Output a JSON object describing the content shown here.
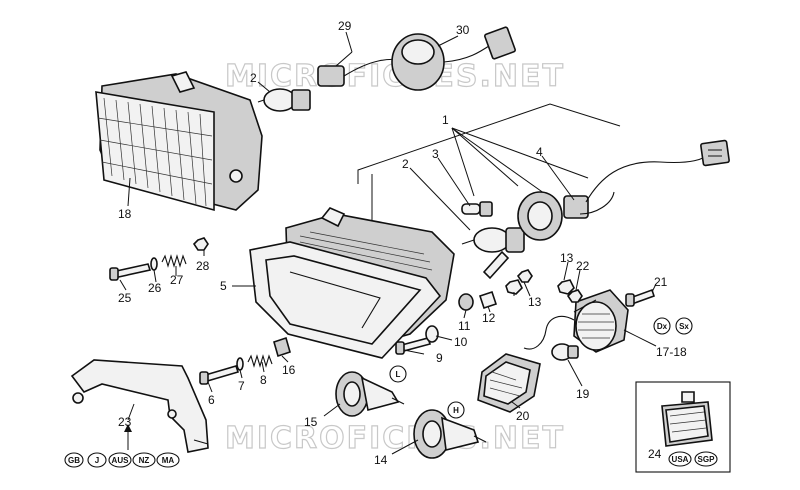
{
  "watermark": "MICROFICHES.NET",
  "callouts": {
    "c1": "1",
    "c2a": "2",
    "c2b": "2",
    "c3": "3",
    "c4": "4",
    "c5": "5",
    "c6": "6",
    "c7": "7",
    "c8": "8",
    "c9": "9",
    "c10": "10",
    "c11": "11",
    "c12": "12",
    "c13a": "13",
    "c13b": "13",
    "c14": "14",
    "c15": "15",
    "c16": "16",
    "c17_18": "17-18",
    "c19": "19",
    "c20": "20",
    "c21": "21",
    "c22": "22",
    "c23": "23",
    "c24": "24",
    "c25": "25",
    "c26": "26",
    "c27": "27",
    "c28": "28",
    "c29": "29",
    "c30": "30"
  },
  "badges": {
    "dx": "Dx",
    "sx": "Sx",
    "horn_low": "L",
    "horn_high": "H",
    "markets_23": [
      "GB",
      "J",
      "AUS",
      "NZ",
      "MA"
    ],
    "markets_24": [
      "USA",
      "SGP"
    ]
  }
}
